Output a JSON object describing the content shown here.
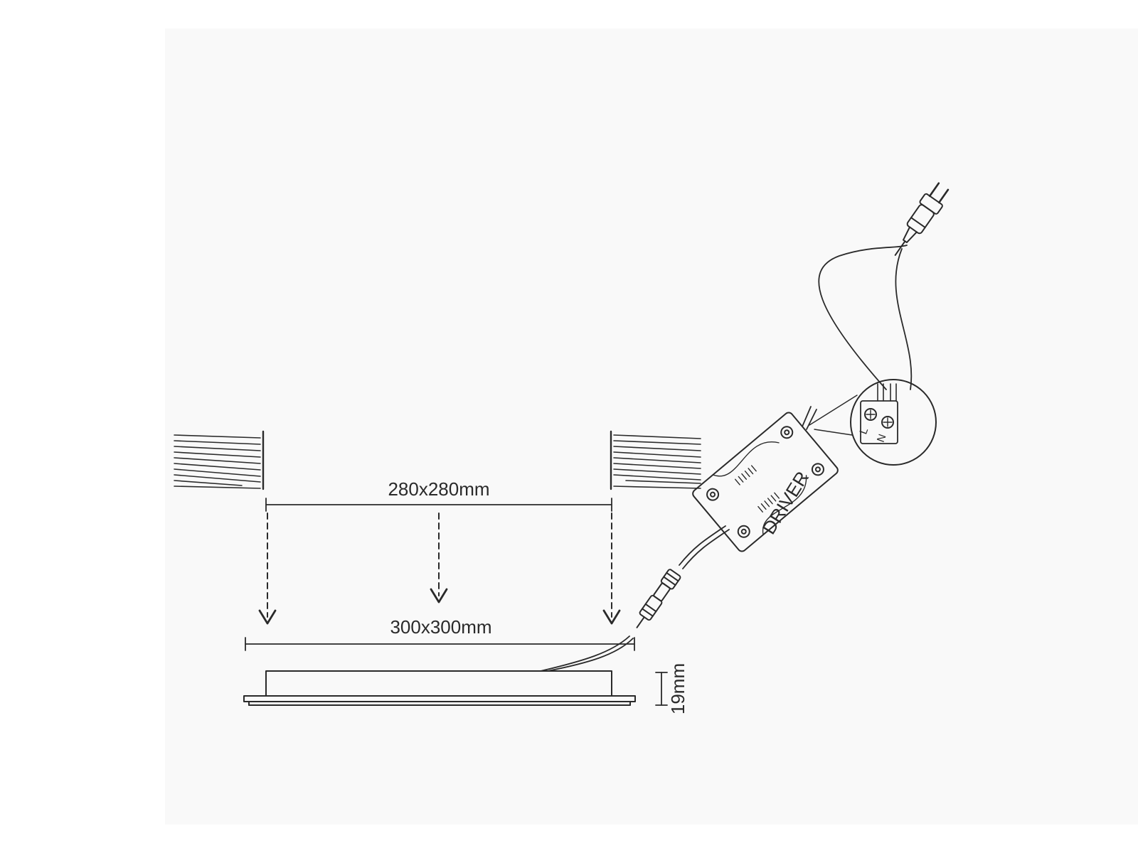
{
  "colors": {
    "ink": "#2a2a2a",
    "panel_bg": "#f9f9f9",
    "page_bg": "#ffffff"
  },
  "labels": {
    "cutout_dimension": "280x280mm",
    "panel_dimension": "300x300mm",
    "panel_height": "19mm",
    "driver": "DRIVER",
    "terminal_live": "L",
    "terminal_neutral": "N"
  }
}
